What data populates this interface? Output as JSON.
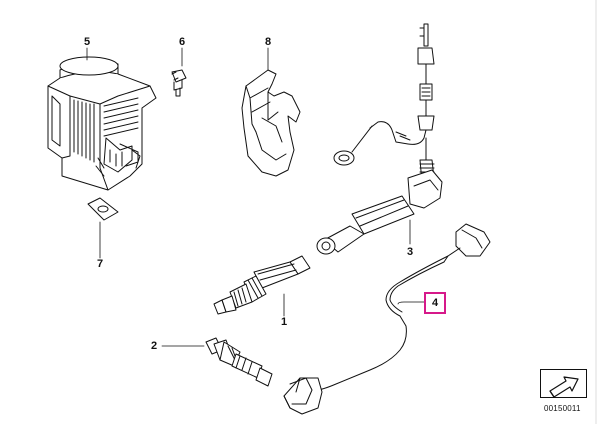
{
  "callouts": [
    {
      "id": "1",
      "label": "1",
      "highlighted": false
    },
    {
      "id": "2",
      "label": "2",
      "highlighted": false
    },
    {
      "id": "3",
      "label": "3",
      "highlighted": false
    },
    {
      "id": "4",
      "label": "4",
      "highlighted": true
    },
    {
      "id": "5",
      "label": "5",
      "highlighted": false
    },
    {
      "id": "6",
      "label": "6",
      "highlighted": false
    },
    {
      "id": "7",
      "label": "7",
      "highlighted": false
    },
    {
      "id": "8",
      "label": "8",
      "highlighted": false
    }
  ],
  "diagram_code": "00150011",
  "colors": {
    "line": "#111111",
    "highlight": "#d6198a",
    "background": "#ffffff"
  },
  "icons": {
    "navigation": "arrow-box-icon"
  }
}
